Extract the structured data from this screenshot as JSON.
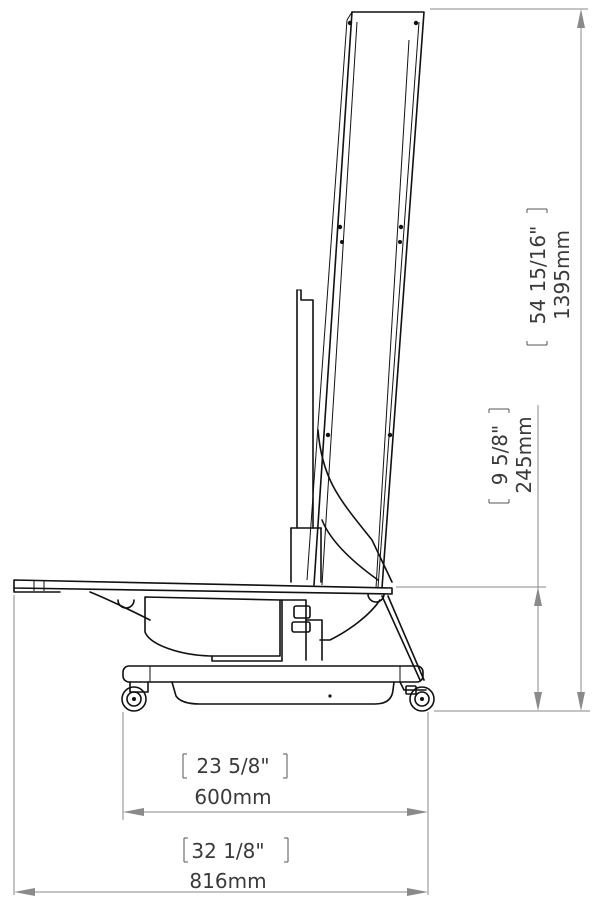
{
  "dimensions": {
    "height_total": {
      "imperial": "54 15/16\"",
      "metric": "1395mm"
    },
    "height_tray": {
      "imperial": "9 5/8\"",
      "metric": "245mm"
    },
    "width_base": {
      "imperial": "23 5/8\"",
      "metric": "600mm"
    },
    "width_total": {
      "imperial": "32 1/8\"",
      "metric": "816mm"
    }
  },
  "colors": {
    "drawing": "#111111",
    "dimension": "#8a8a8a",
    "text": "#3a3a3a"
  }
}
